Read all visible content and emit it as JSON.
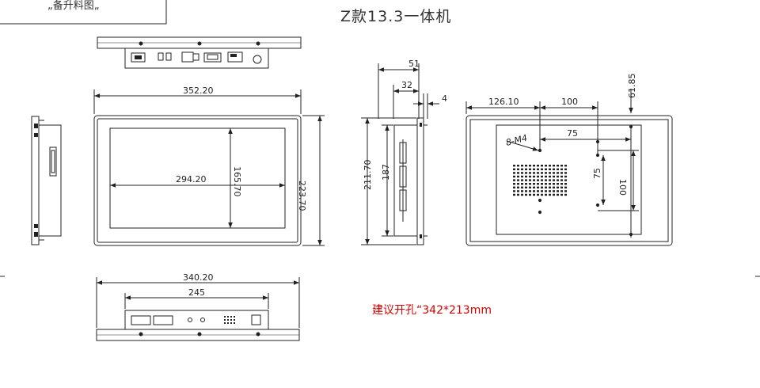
{
  "title": "Z款13.3一体机",
  "corner_label": "„备升料图„",
  "note": "建议开孔“342*213mm",
  "dimensions": {
    "front_width": "352.20",
    "front_height": "223.70",
    "screen_width": "294.20",
    "screen_height": "165.70",
    "side_depth_total": "51",
    "side_depth_body": "32",
    "side_bezel": "4",
    "side_outer_height": "211.70",
    "side_inner_height": "187",
    "back_left_offset": "126.10",
    "back_hole_spacing_x": "100",
    "back_top_offset": "61.85",
    "back_hole_sub_x": "75",
    "back_hole_sub_y": "75",
    "back_hole_spacing_y": "100",
    "back_screw_label": "8-M4",
    "bottom_width": "340.20",
    "bottom_port_span": "245"
  }
}
